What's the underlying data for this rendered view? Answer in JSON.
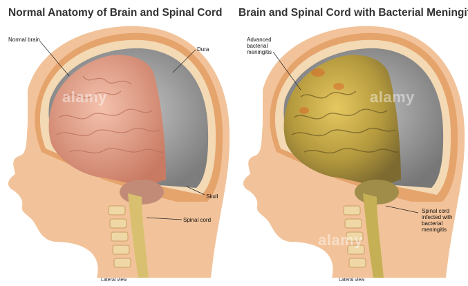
{
  "titles": {
    "left": "Normal Anatomy of Brain and Spinal Cord",
    "right": "Brain and Spinal Cord with Bacterial Meningitis"
  },
  "left_labels": {
    "normal_brain": "Normal brain",
    "dura": "Dura",
    "skull": "Skull",
    "spinal_cord": "Spinal cord",
    "view": "Lateral view"
  },
  "right_labels": {
    "advanced": [
      "Advanced",
      "bacterial",
      "meningitis"
    ],
    "spinal_infected": [
      "Spinal cord",
      "infected with",
      "bacterial",
      "meningitis"
    ],
    "view": "Lateral view"
  },
  "watermark": "alamy",
  "colors": {
    "skin": "#f2c39a",
    "scalp": "#e6a46d",
    "dura_gray": "#9a9a9a",
    "brain_pink": "#e9a58c",
    "infected_yellow": "#c9b24a",
    "spinal_cord": "#d8c070"
  }
}
